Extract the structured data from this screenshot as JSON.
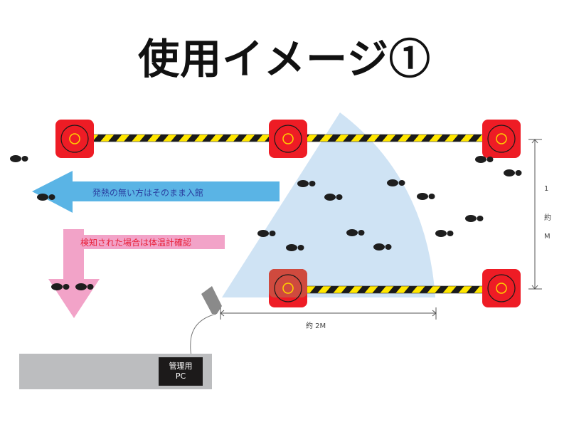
{
  "title": "使用イメージ①",
  "labels": {
    "no_fever": "発熱の無い方はそのまま入館",
    "detected": "検知された場合は体温計確認",
    "width_dimension": "約 2M",
    "height_dimension": [
      "1",
      "約",
      "M"
    ],
    "pc_line1": "管理用",
    "pc_line2": "PC"
  },
  "colors": {
    "post_red": "#ee1c25",
    "stripe_yellow": "#ffe600",
    "stripe_black": "#1a1a1a",
    "detection_zone": "#cfe3f4",
    "arrow_blue": "#5ab4e5",
    "arrow_pink": "#f2a3c8",
    "desk_gray": "#bcbdbf",
    "camera_gray": "#8a8a8a"
  },
  "icons": {
    "post": "barrier-post-icon",
    "footprint": "footprint-icon",
    "camera": "thermal-camera-icon"
  }
}
